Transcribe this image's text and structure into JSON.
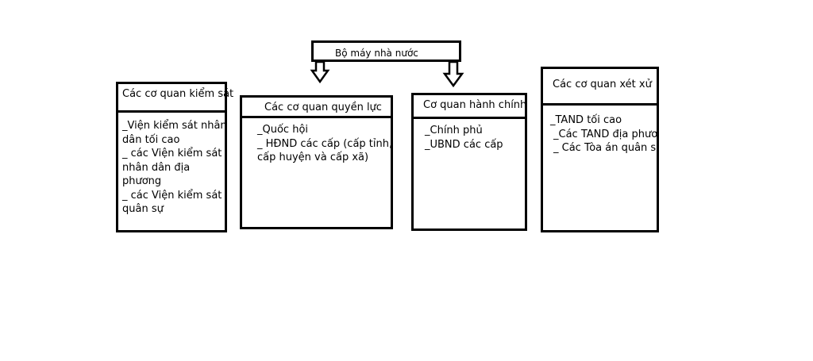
{
  "root": {
    "label": "Bộ máy nhà nước"
  },
  "boxes": [
    {
      "title": "Các cơ quan kiểm sát",
      "lines": [
        "_Viện kiểm sát nhân",
        "dân tối cao",
        "_ các Viện kiểm sát",
        "nhân dân địa",
        "phương",
        "_ các Viện kiểm sát",
        "quân sự"
      ]
    },
    {
      "title": "Các cơ quan quyền lực",
      "lines": [
        "_Quốc hội",
        "_ HĐND các cấp (cấp tỉnh,",
        "cấp huyện và cấp xã)"
      ]
    },
    {
      "title": "Cơ quan hành chính",
      "lines": [
        "_Chính phủ",
        "_UBND các cấp"
      ]
    },
    {
      "title": "Các cơ quan xét xử",
      "lines": [
        "_TAND tối cao",
        "_Các TAND địa phương",
        "_ Các Tòa án quân sự."
      ]
    }
  ]
}
